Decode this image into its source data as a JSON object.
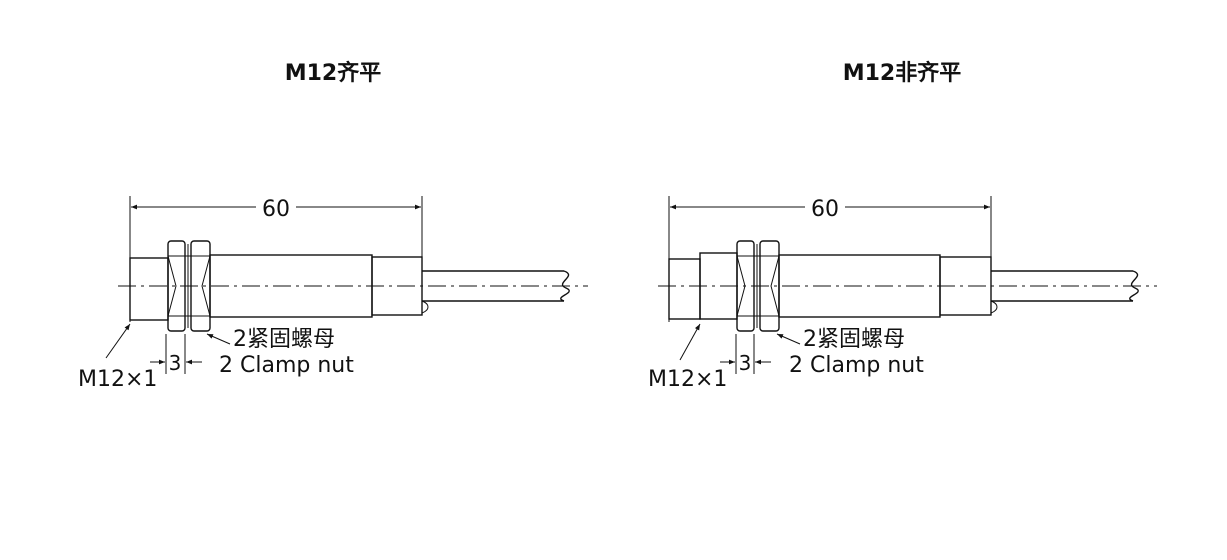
{
  "diagrams": [
    {
      "title": "M12齐平",
      "length_label": "60",
      "nut_cn": "2紧固螺母",
      "nut_en": "2 Clamp nut",
      "thread_label": "M12×1",
      "gap_label": "3"
    },
    {
      "title": "M12非齐平",
      "length_label": "60",
      "nut_cn": "2紧固螺母",
      "nut_en": "2 Clamp nut",
      "thread_label": "M12×1",
      "gap_label": "3"
    }
  ]
}
